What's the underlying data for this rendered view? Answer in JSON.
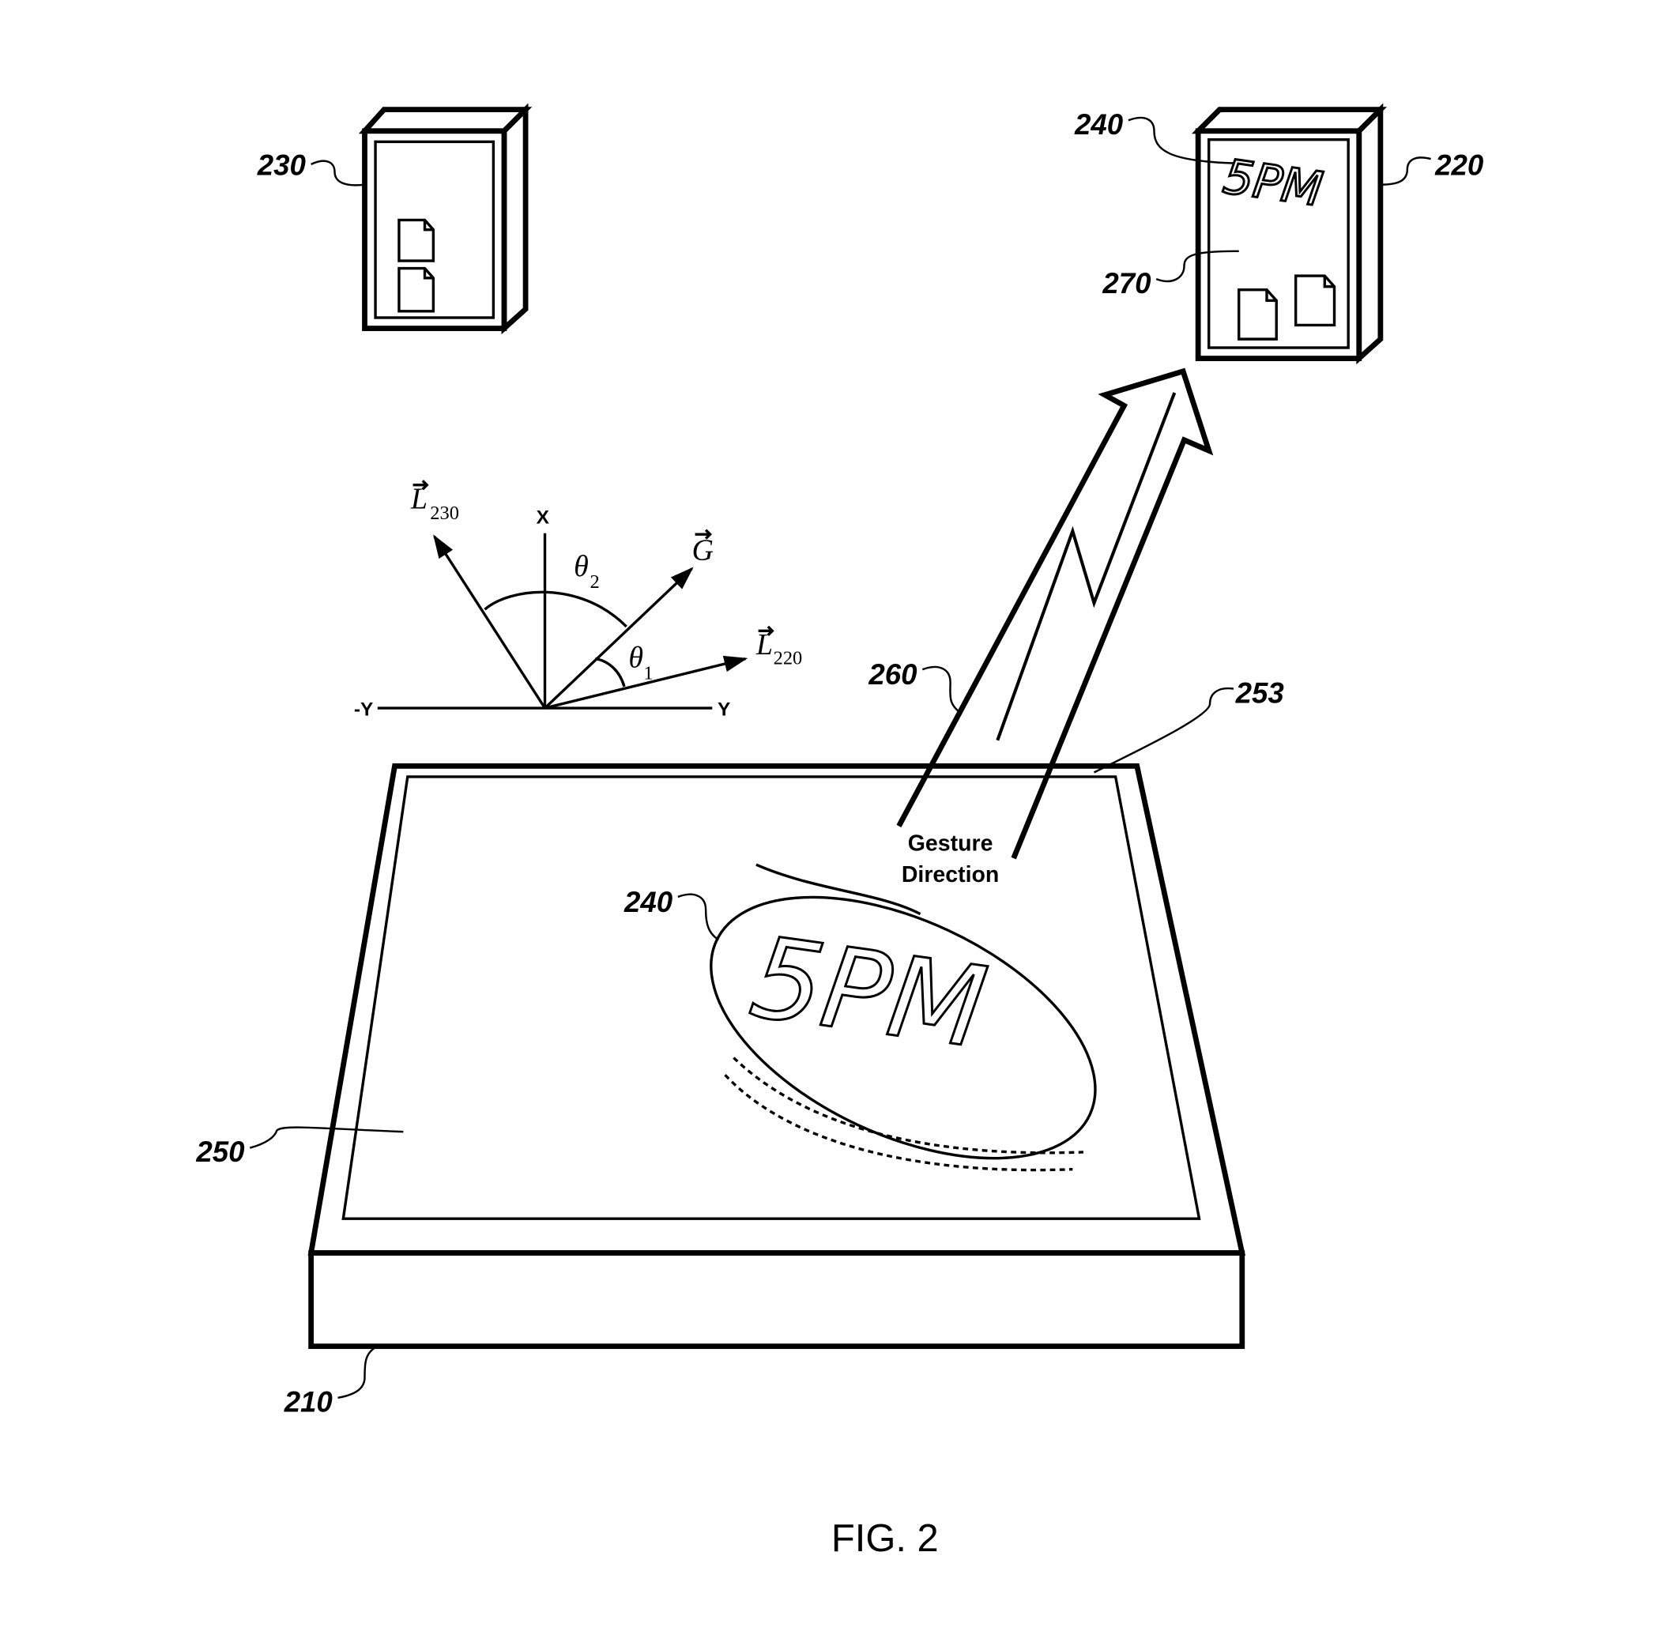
{
  "figure": {
    "caption": "FIG. 2",
    "reference_labels": {
      "device_230": "230",
      "device_220": "220",
      "content_240_remote": "240",
      "region_270": "270",
      "gesture_260": "260",
      "edge_253": "253",
      "content_240_local": "240",
      "surface_250": "250",
      "device_210": "210"
    },
    "axes": {
      "x_label": "X",
      "y_pos_label": "Y",
      "y_neg_label": "-Y"
    },
    "vectors": {
      "l230_symbol": "L",
      "l230_sub": "230",
      "g_symbol": "G",
      "l220_symbol": "L",
      "l220_sub": "220",
      "theta1_symbol": "θ",
      "theta1_sub": "1",
      "theta2_symbol": "θ",
      "theta2_sub": "2"
    },
    "gesture": {
      "line1": "Gesture",
      "line2": "Direction"
    },
    "handwriting": {
      "local": "5PM",
      "remote": "5PM"
    }
  }
}
